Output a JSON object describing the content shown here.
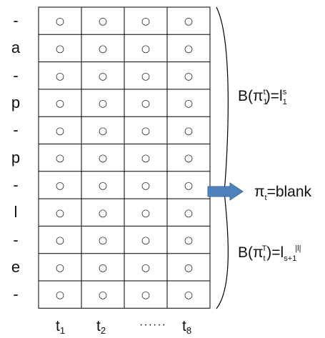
{
  "row_labels": [
    "-",
    "a",
    "-",
    "p",
    "-",
    "p",
    "-",
    "l",
    "-",
    "e",
    "-"
  ],
  "column_labels": [
    {
      "base": "t",
      "sub": "1"
    },
    {
      "base": "t",
      "sub": "2"
    },
    {
      "base": "······",
      "sub": ""
    },
    {
      "base": "t",
      "sub": "8"
    }
  ],
  "cell_symbol": "○",
  "formula_top": {
    "pre": "B(π",
    "s1": "1",
    "s2": "t",
    "mid": ")=l",
    "s3": "1",
    "s4": "s"
  },
  "formula_mid": {
    "pre": "π",
    "s1": "t",
    "post": "=blank"
  },
  "formula_bottom": {
    "pre": "B(π",
    "s1": "t",
    "s2": "T",
    "mid": ")=l",
    "s3": "s+1",
    "s4": "|l|"
  },
  "colors": {
    "arrow": "#4f81bd",
    "arrow_stroke": "#3a6a9f",
    "grid": "#000000"
  }
}
